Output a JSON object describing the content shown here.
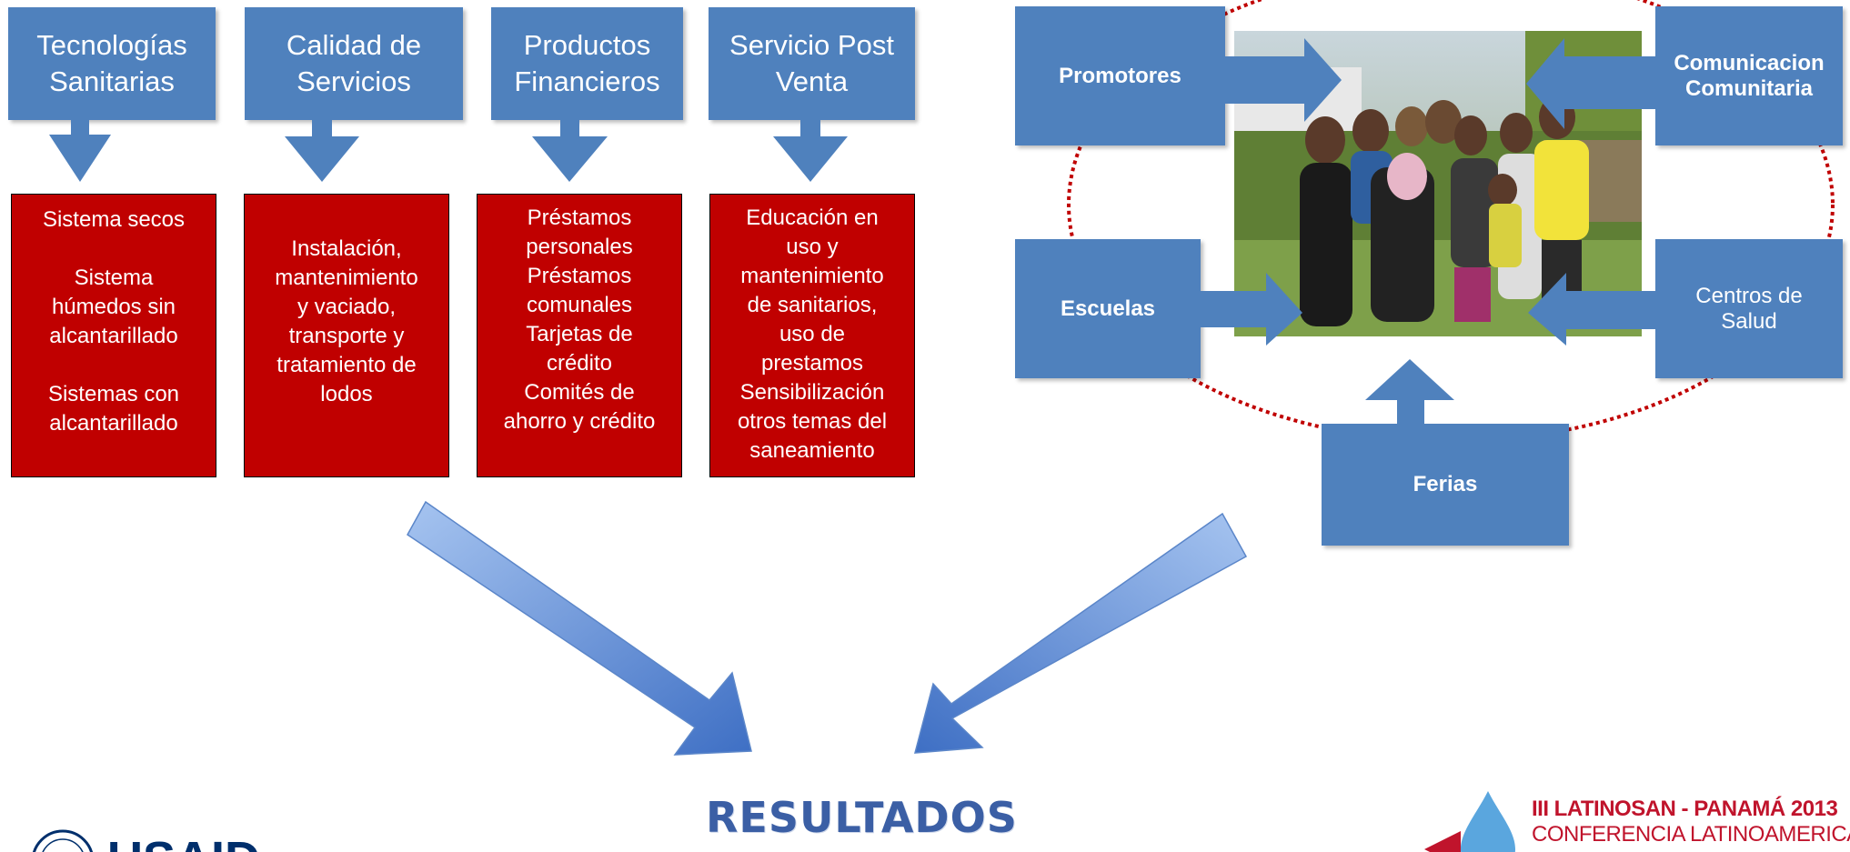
{
  "categories": [
    {
      "label": "Tecnologías\nSanitarias"
    },
    {
      "label": "Calidad de\nServicios"
    },
    {
      "label": "Productos\nFinancieros"
    },
    {
      "label": "Servicio Post\nVenta"
    }
  ],
  "details": [
    {
      "text": "Sistema secos\n\nSistema\nhúmedos sin\nalcantarillado\n\nSistemas con\nalcantarillado"
    },
    {
      "text": "\nInstalación,\nmantenimiento\ny vaciado,\ntransporte y\ntratamiento de\nlodos"
    },
    {
      "text": "Préstamos\npersonales\nPréstamos\ncomunales\nTarjetas de\ncrédito\nComités de\nahorro y crédito"
    },
    {
      "text": "Educación en\nuso y\nmantenimiento\nde sanitarios,\nuso de\nprestamos\nSensibilización\notros temas del\nsaneamiento"
    }
  ],
  "channels": {
    "promotores": "Promotores",
    "comunicacion": "Comunicacion\nComunitaria",
    "escuelas": "Escuelas",
    "centros": "Centros de\nSalud",
    "ferias": "Ferias"
  },
  "result": "RESULTADOS",
  "logos": {
    "usaid": "USAID",
    "latinosan_line1": "III LATINOSAN - PANAMÁ 2013",
    "latinosan_line2": "CONFERENCIA LATINOAMERICANA"
  },
  "colors": {
    "blue": "#4f81bd",
    "red": "#c00000",
    "dotted": "#c00000"
  }
}
